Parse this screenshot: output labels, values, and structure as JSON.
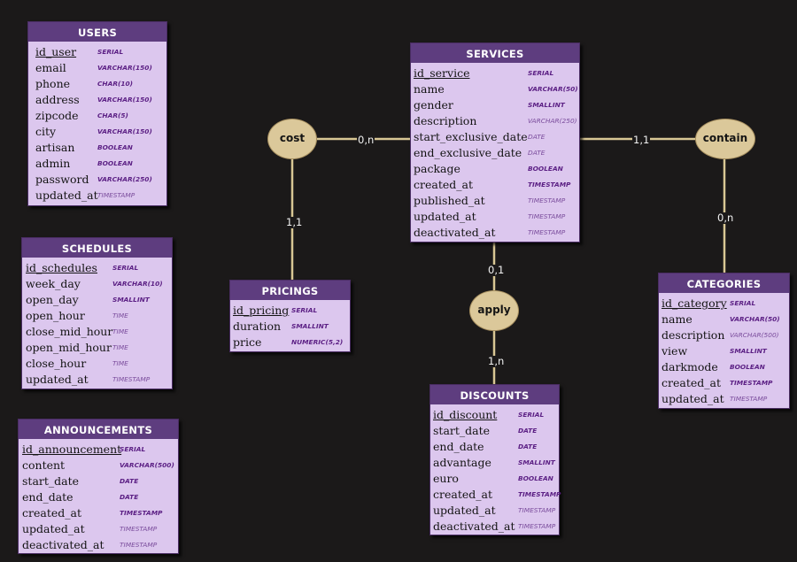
{
  "entities": {
    "users": {
      "title": "USERS",
      "attributes": [
        {
          "name": "id_user",
          "type": "SERIAL"
        },
        {
          "name": "email",
          "type": "VARCHAR(150)"
        },
        {
          "name": "phone",
          "type": "CHAR(10)"
        },
        {
          "name": "address",
          "type": "VARCHAR(150)"
        },
        {
          "name": "zipcode",
          "type": "CHAR(5)"
        },
        {
          "name": "city",
          "type": "VARCHAR(150)"
        },
        {
          "name": "artisan",
          "type": "BOOLEAN"
        },
        {
          "name": "admin",
          "type": "BOOLEAN"
        },
        {
          "name": "password",
          "type": "VARCHAR(250)"
        },
        {
          "name": "updated_at",
          "type": "TIMESTAMP"
        }
      ]
    },
    "schedules": {
      "title": "SCHEDULES",
      "attributes": [
        {
          "name": "id_schedules",
          "type": "SERIAL"
        },
        {
          "name": "week_day",
          "type": "VARCHAR(10)"
        },
        {
          "name": "open_day",
          "type": "SMALLINT"
        },
        {
          "name": "open_hour",
          "type": "TIME"
        },
        {
          "name": "close_mid_hour",
          "type": "TIME"
        },
        {
          "name": "open_mid_hour",
          "type": "TIME"
        },
        {
          "name": "close_hour",
          "type": "TIME"
        },
        {
          "name": "updated_at",
          "type": "TIMESTAMP"
        }
      ]
    },
    "announcements": {
      "title": "ANNOUNCEMENTS",
      "attributes": [
        {
          "name": "id_announcement",
          "type": "SERIAL"
        },
        {
          "name": "content",
          "type": "VARCHAR(500)"
        },
        {
          "name": "start_date",
          "type": "DATE"
        },
        {
          "name": "end_date",
          "type": "DATE"
        },
        {
          "name": "created_at",
          "type": "TIMESTAMP"
        },
        {
          "name": "updated_at",
          "type": "TIMESTAMP"
        },
        {
          "name": "deactivated_at",
          "type": "TIMESTAMP"
        }
      ]
    },
    "services": {
      "title": "SERVICES",
      "attributes": [
        {
          "name": "id_service",
          "type": "SERIAL"
        },
        {
          "name": "name",
          "type": "VARCHAR(50)"
        },
        {
          "name": "gender",
          "type": "SMALLINT"
        },
        {
          "name": "description",
          "type": "VARCHAR(250)"
        },
        {
          "name": "start_exclusive_date",
          "type": "DATE"
        },
        {
          "name": "end_exclusive_date",
          "type": "DATE"
        },
        {
          "name": "package",
          "type": "BOOLEAN"
        },
        {
          "name": "created_at",
          "type": "TIMESTAMP"
        },
        {
          "name": "published_at",
          "type": "TIMESTAMP"
        },
        {
          "name": "updated_at",
          "type": "TIMESTAMP"
        },
        {
          "name": "deactivated_at",
          "type": "TIMESTAMP"
        }
      ]
    },
    "pricings": {
      "title": "PRICINGS",
      "attributes": [
        {
          "name": "id_pricing",
          "type": "SERIAL"
        },
        {
          "name": "duration",
          "type": "SMALLINT"
        },
        {
          "name": "price",
          "type": "NUMERIC(5,2)"
        }
      ]
    },
    "discounts": {
      "title": "DISCOUNTS",
      "attributes": [
        {
          "name": "id_discount",
          "type": "SERIAL"
        },
        {
          "name": "start_date",
          "type": "DATE"
        },
        {
          "name": "end_date",
          "type": "DATE"
        },
        {
          "name": "advantage",
          "type": "SMALLINT"
        },
        {
          "name": "euro",
          "type": "BOOLEAN"
        },
        {
          "name": "created_at",
          "type": "TIMESTAMP"
        },
        {
          "name": "updated_at",
          "type": "TIMESTAMP"
        },
        {
          "name": "deactivated_at",
          "type": "TIMESTAMP"
        }
      ]
    },
    "categories": {
      "title": "CATEGORIES",
      "attributes": [
        {
          "name": "id_category",
          "type": "SERIAL"
        },
        {
          "name": "name",
          "type": "VARCHAR(50)"
        },
        {
          "name": "description",
          "type": "VARCHAR(500)"
        },
        {
          "name": "view",
          "type": "SMALLINT"
        },
        {
          "name": "darkmode",
          "type": "BOOLEAN"
        },
        {
          "name": "created_at",
          "type": "TIMESTAMP"
        },
        {
          "name": "updated_at",
          "type": "TIMESTAMP"
        }
      ]
    }
  },
  "associations": {
    "cost": {
      "label": "cost"
    },
    "contain": {
      "label": "contain"
    },
    "apply": {
      "label": "apply"
    }
  },
  "cardinalities": {
    "cost_services": "0,n",
    "cost_pricings": "1,1",
    "contain_services": "1,1",
    "contain_categories": "0,n",
    "apply_services": "0,1",
    "apply_discounts": "1,n"
  },
  "colors": {
    "background": "#1b1919",
    "entity_header": "#5e3d7f",
    "entity_body": "#dcc7ee",
    "association_fill": "#dbc89a",
    "link_line": "#d8c794",
    "type_text": "#5b1f84"
  }
}
